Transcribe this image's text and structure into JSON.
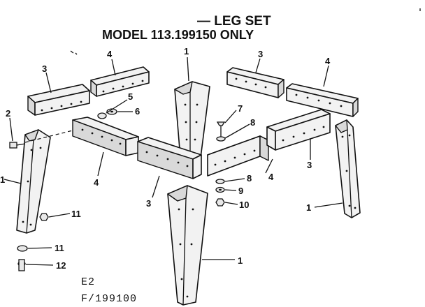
{
  "title": {
    "line1": "— LEG SET",
    "line2": "MODEL 113.199150 ONLY"
  },
  "codes": {
    "line1": "E2",
    "line2": "F/199100"
  },
  "callouts": {
    "leg_center_top": "1",
    "leg_left": "1",
    "leg_center_bottom": "1",
    "leg_right": "1",
    "rail_long_left": "4",
    "rail_long_right": "4",
    "rail_long_mid_left": "4",
    "rail_long_mid_right": "4",
    "rail_short_left": "3",
    "rail_short_right": "3",
    "rail_short_mid_left": "3",
    "rail_short_mid_right": "3",
    "bolt_left": "2",
    "nut_5": "5",
    "washer_6": "6",
    "bolt_7": "7",
    "washer_8_top": "8",
    "washer_8_bottom": "8",
    "lockwasher_9": "9",
    "nut_10": "10",
    "foot_nut_left": "11",
    "foot_nut_lower": "11",
    "foot_bolt_12": "12"
  }
}
